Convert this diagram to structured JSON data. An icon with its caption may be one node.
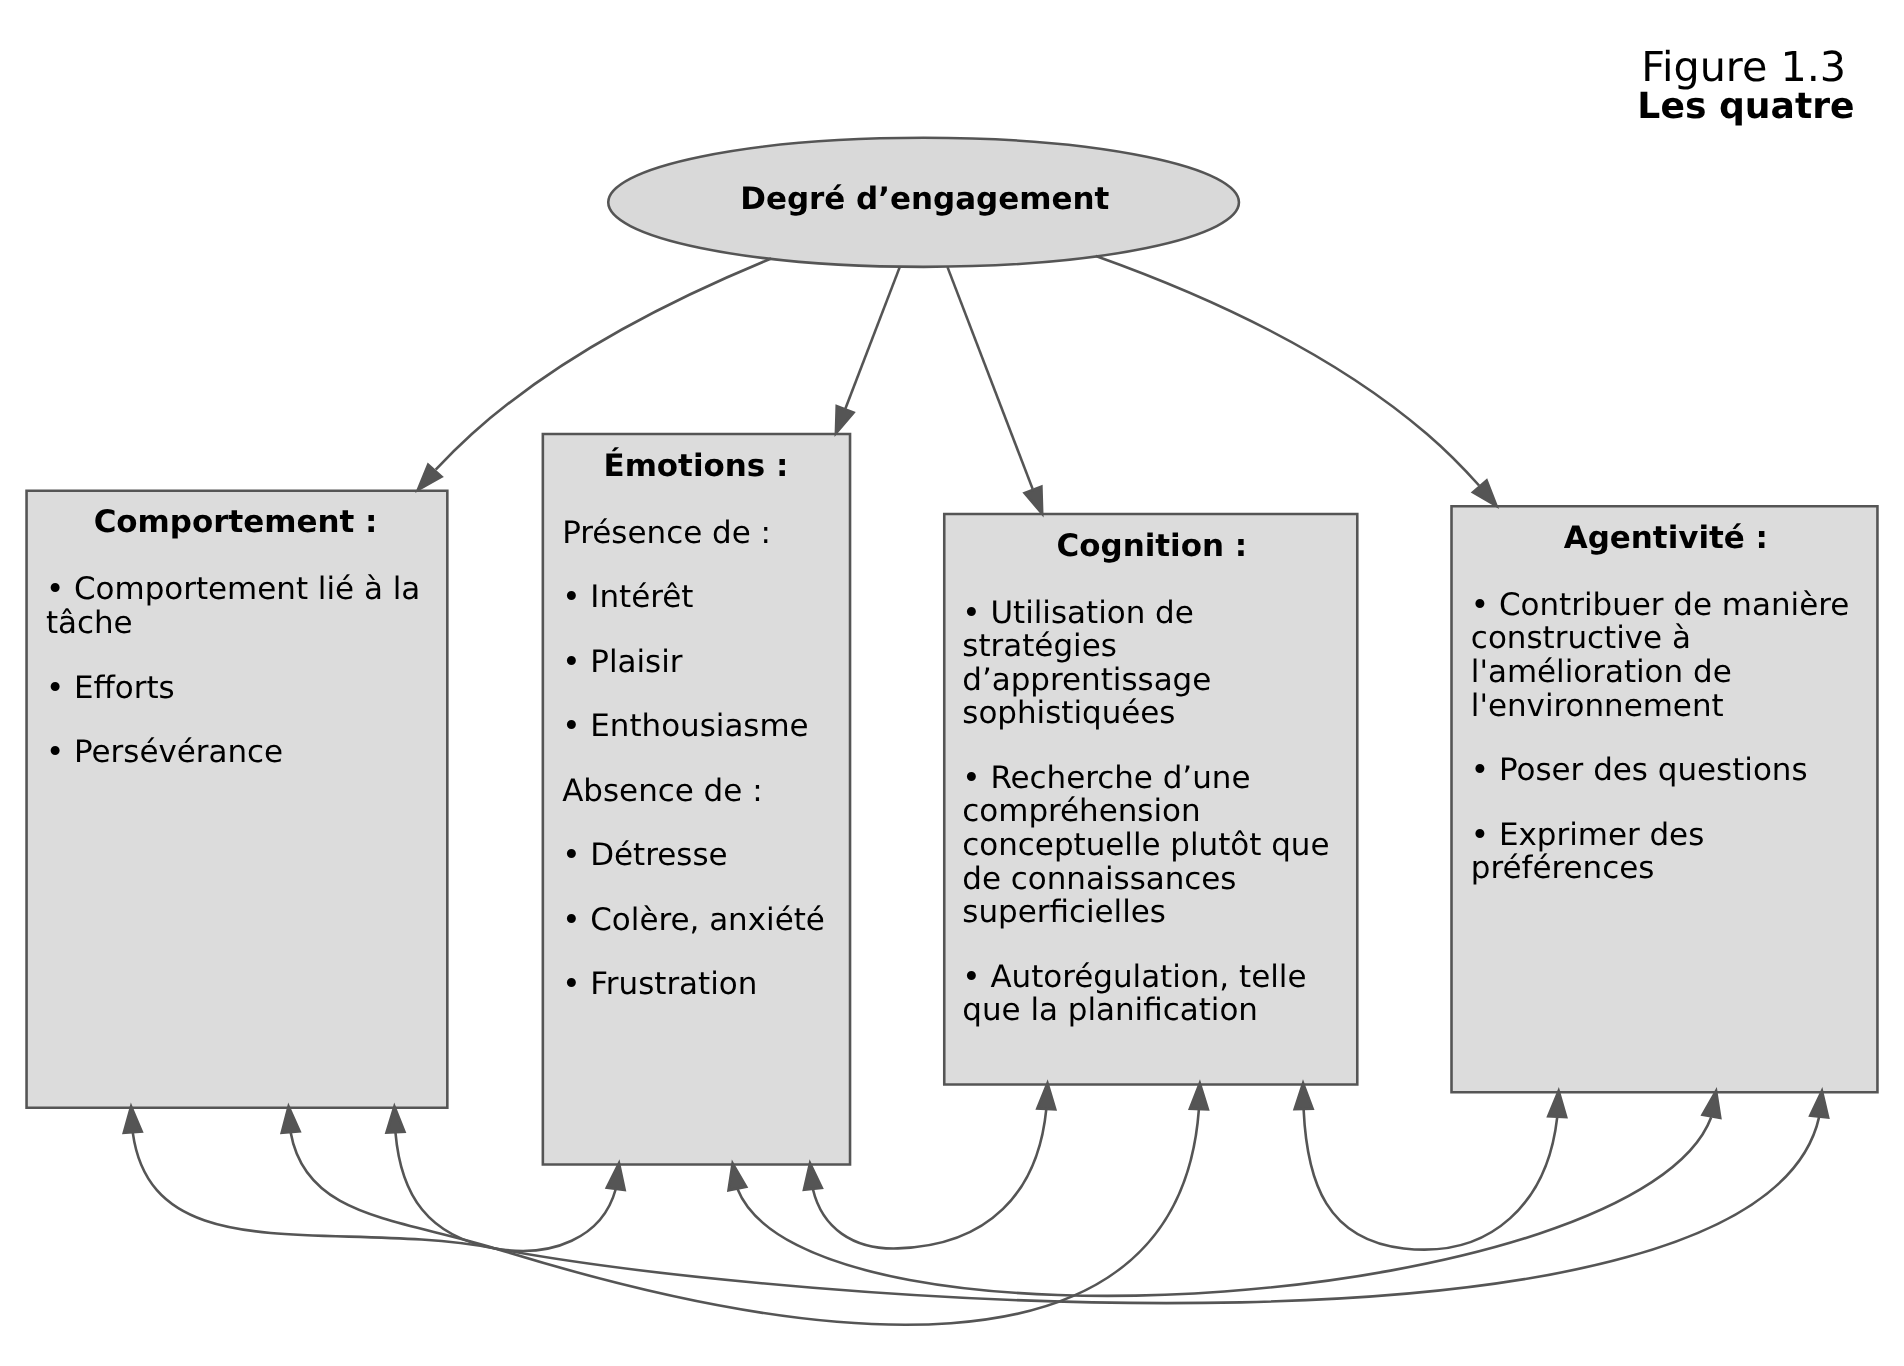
{
  "diagram": {
    "title": "Figure 1.3",
    "caption": "Les quatre",
    "nodes": [
      {
        "text": [
          "Degré d’engagement"
        ]
      },
      {
        "text": [
          "Comportement :",
          "• Comportement lié à la tâche",
          "• Efforts",
          "• Persévérance"
        ]
      },
      {
        "text": [
          "Émotions :",
          "Présence de :",
          "• Intérêt",
          "• Plaisir",
          "• Enthousiasme",
          "Absence de :",
          "• Détresse",
          "• Colère, anxiété",
          "• Frustration"
        ]
      },
      {
        "text": [
          "Cognition :",
          "• Utilisation de stratégies d’apprentissage sophistiquées",
          "• Recherche d’une compréhension conceptuelle plutôt que de connaissances superficielles",
          "• Autorégulation, telle que la planification"
        ]
      },
      {
        "text": [
          "Agentivité :",
          "• Contribuer de manière constructive à l'amélioration de l'environnement",
          "• Poser des questions",
          "• Exprimer des préférences"
        ]
      }
    ],
    "edges": [
      {
        "from": 0,
        "to": 1,
        "arrow": "to"
      },
      {
        "from": 0,
        "to": 2,
        "arrow": "to"
      },
      {
        "from": 0,
        "to": 3,
        "arrow": "to"
      },
      {
        "from": 0,
        "to": 4,
        "arrow": "to"
      },
      {
        "from": 1,
        "to": 2,
        "arrow": "both"
      },
      {
        "from": 2,
        "to": 3,
        "arrow": "both"
      },
      {
        "from": 3,
        "to": 4,
        "arrow": "both"
      },
      {
        "from": 1,
        "to": 3,
        "arrow": "both"
      },
      {
        "from": 2,
        "to": 4,
        "arrow": "both"
      },
      {
        "from": 1,
        "to": 4,
        "arrow": "both"
      }
    ]
  }
}
